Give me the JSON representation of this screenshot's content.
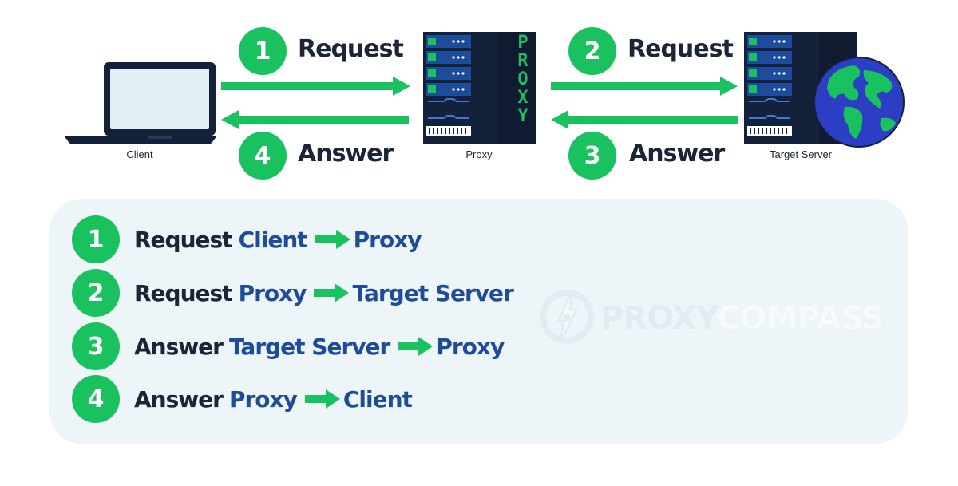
{
  "diagram": {
    "top_flow": {
      "client_caption": "Client",
      "proxy_caption": "Proxy",
      "server_caption": "Target Server",
      "proxy_sign": "PROXY",
      "steps": [
        {
          "number": "1",
          "label": "Request"
        },
        {
          "number": "2",
          "label": "Request"
        },
        {
          "number": "3",
          "label": "Answer"
        },
        {
          "number": "4",
          "label": "Answer"
        }
      ]
    },
    "legend": [
      {
        "number": "1",
        "action": "Request",
        "from": "Client",
        "to": "Proxy"
      },
      {
        "number": "2",
        "action": "Request",
        "from": "Proxy",
        "to": "Target Server"
      },
      {
        "number": "3",
        "action": "Answer",
        "from": "Target Server",
        "to": "Proxy"
      },
      {
        "number": "4",
        "action": "Answer",
        "from": "Proxy",
        "to": "Client"
      }
    ],
    "watermark": {
      "part1": "PROXY",
      "part2": "COMPASS"
    }
  },
  "colors": {
    "accent_green": "#19c25f",
    "dark_text": "#1c2437",
    "node_blue": "#1d4c9a",
    "panel_bg": "#eef5f8",
    "server_body": "#14213a"
  }
}
